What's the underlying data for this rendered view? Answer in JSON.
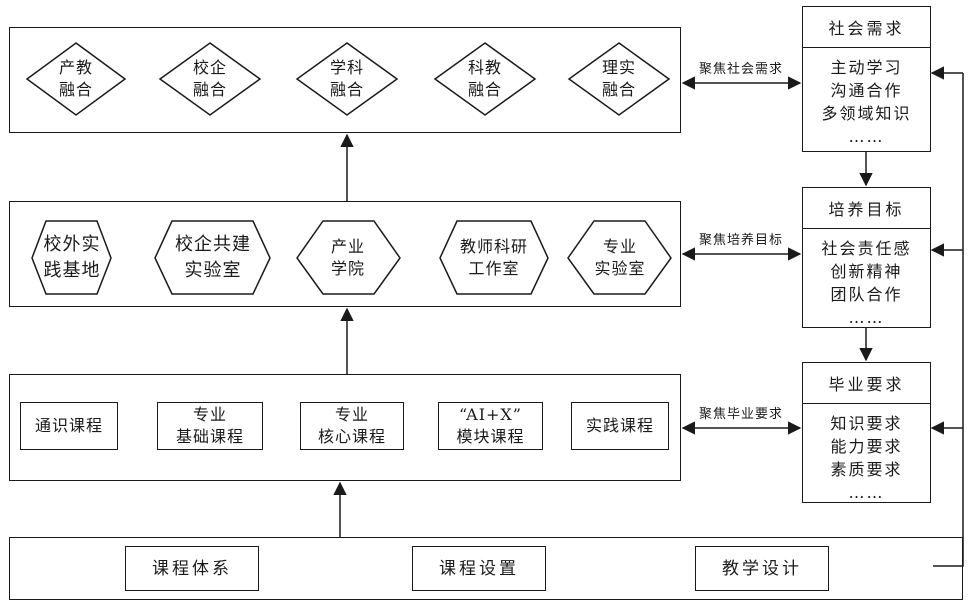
{
  "level_top": {
    "diamonds": [
      {
        "line1": "产教",
        "line2": "融合"
      },
      {
        "line1": "校企",
        "line2": "融合"
      },
      {
        "line1": "学科",
        "line2": "融合"
      },
      {
        "line1": "科教",
        "line2": "融合"
      },
      {
        "line1": "理实",
        "line2": "融合"
      }
    ]
  },
  "level_platform": {
    "hexagons": [
      {
        "line1": "校外实",
        "line2": "践基地"
      },
      {
        "line1": "校企共建",
        "line2": "实验室"
      },
      {
        "line1": "产业",
        "line2": "学院"
      },
      {
        "line1": "教师科研",
        "line2": "工作室"
      },
      {
        "line1": "专业",
        "line2": "实验室"
      }
    ]
  },
  "level_curriculum": {
    "courses": [
      {
        "line1": "通识课程",
        "line2": ""
      },
      {
        "line1": "专业",
        "line2": "基础课程"
      },
      {
        "line1": "专业",
        "line2": "核心课程"
      },
      {
        "line1": "“AI+X”",
        "line2": "模块课程"
      },
      {
        "line1": "实践课程",
        "line2": ""
      }
    ]
  },
  "level_base": {
    "items": [
      "课程体系",
      "课程设置",
      "教学设计"
    ]
  },
  "side_boxes": {
    "social": {
      "title": "社会需求",
      "items": [
        "主动学习",
        "沟通合作",
        "多领域知识",
        "……"
      ]
    },
    "goals": {
      "title": "培养目标",
      "items": [
        "社会责任感",
        "创新精神",
        "团队合作",
        "……"
      ]
    },
    "graduation": {
      "title": "毕业要求",
      "items": [
        "知识要求",
        "能力要求",
        "素质要求",
        "……"
      ]
    }
  },
  "connectors": {
    "focus_social": "聚焦社会需求",
    "focus_goals": "聚焦培养目标",
    "focus_graduation": "聚焦毕业要求"
  }
}
